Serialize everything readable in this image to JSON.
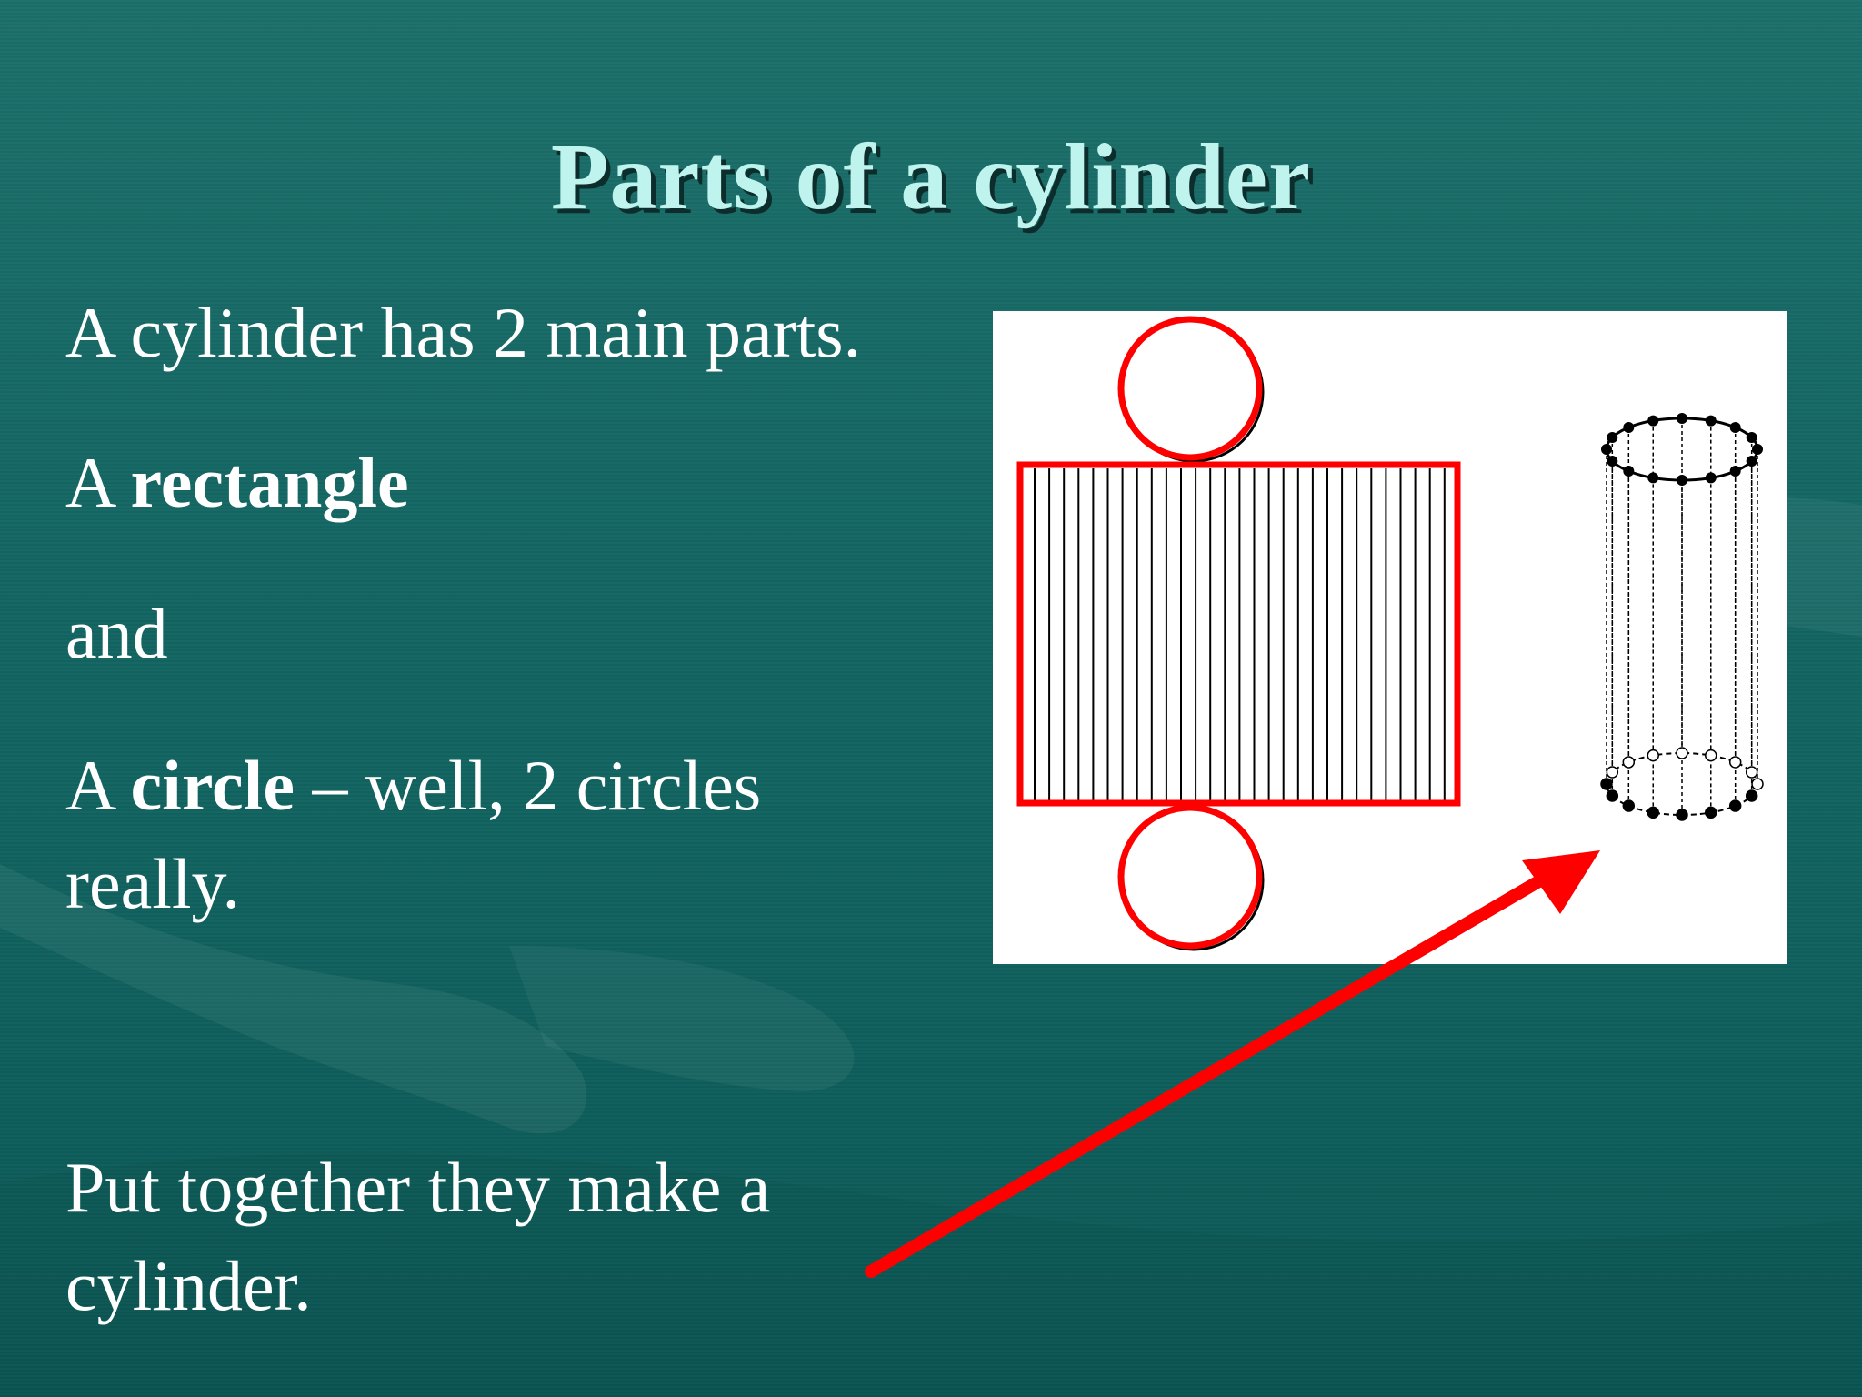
{
  "title": "Parts of a cylinder",
  "lines": {
    "intro": "A cylinder has 2 main parts.",
    "rect_prefix": "A ",
    "rect_word": "rectangle",
    "and": "and",
    "circle_prefix": "A ",
    "circle_word": "circle",
    "circle_suffix": " – well, 2 circles really.",
    "together": "Put together they make a cylinder."
  },
  "colors": {
    "background": "#136663",
    "title": "#bff3ee",
    "text": "#ffffff",
    "net_outline": "#ff0000",
    "arrow": "#ff0000"
  },
  "figure": {
    "net_shape": "cylinder-net",
    "solid_shape": "cylinder-3d"
  }
}
